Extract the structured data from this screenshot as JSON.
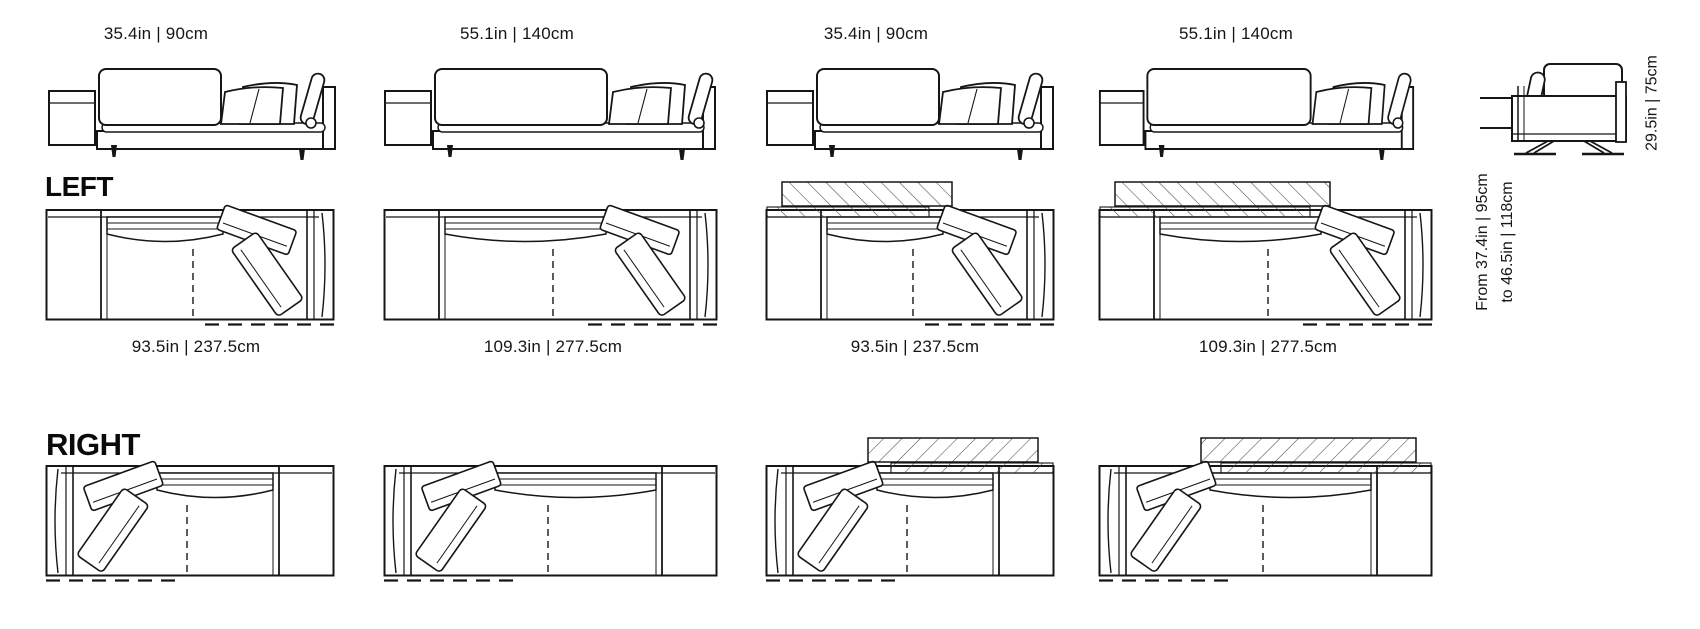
{
  "colors": {
    "line": "#161616",
    "text": "#151515",
    "background": "#ffffff",
    "hatch": "#4a4a4a"
  },
  "front_views": {
    "labels": [
      "35.4in | 90cm",
      "55.1in | 140cm",
      "35.4in | 90cm",
      "55.1in | 140cm"
    ],
    "side_height_label": "29.5in | 75cm"
  },
  "left_section": {
    "title": "LEFT",
    "length_labels": [
      "93.5in | 237.5cm",
      "109.3in | 277.5cm",
      "93.5in | 237.5cm",
      "109.3in | 277.5cm"
    ],
    "depth_range_line1": "From 37.4in | 95cm",
    "depth_range_line2": "to 46.5in | 118cm"
  },
  "right_section": {
    "title": "RIGHT"
  }
}
